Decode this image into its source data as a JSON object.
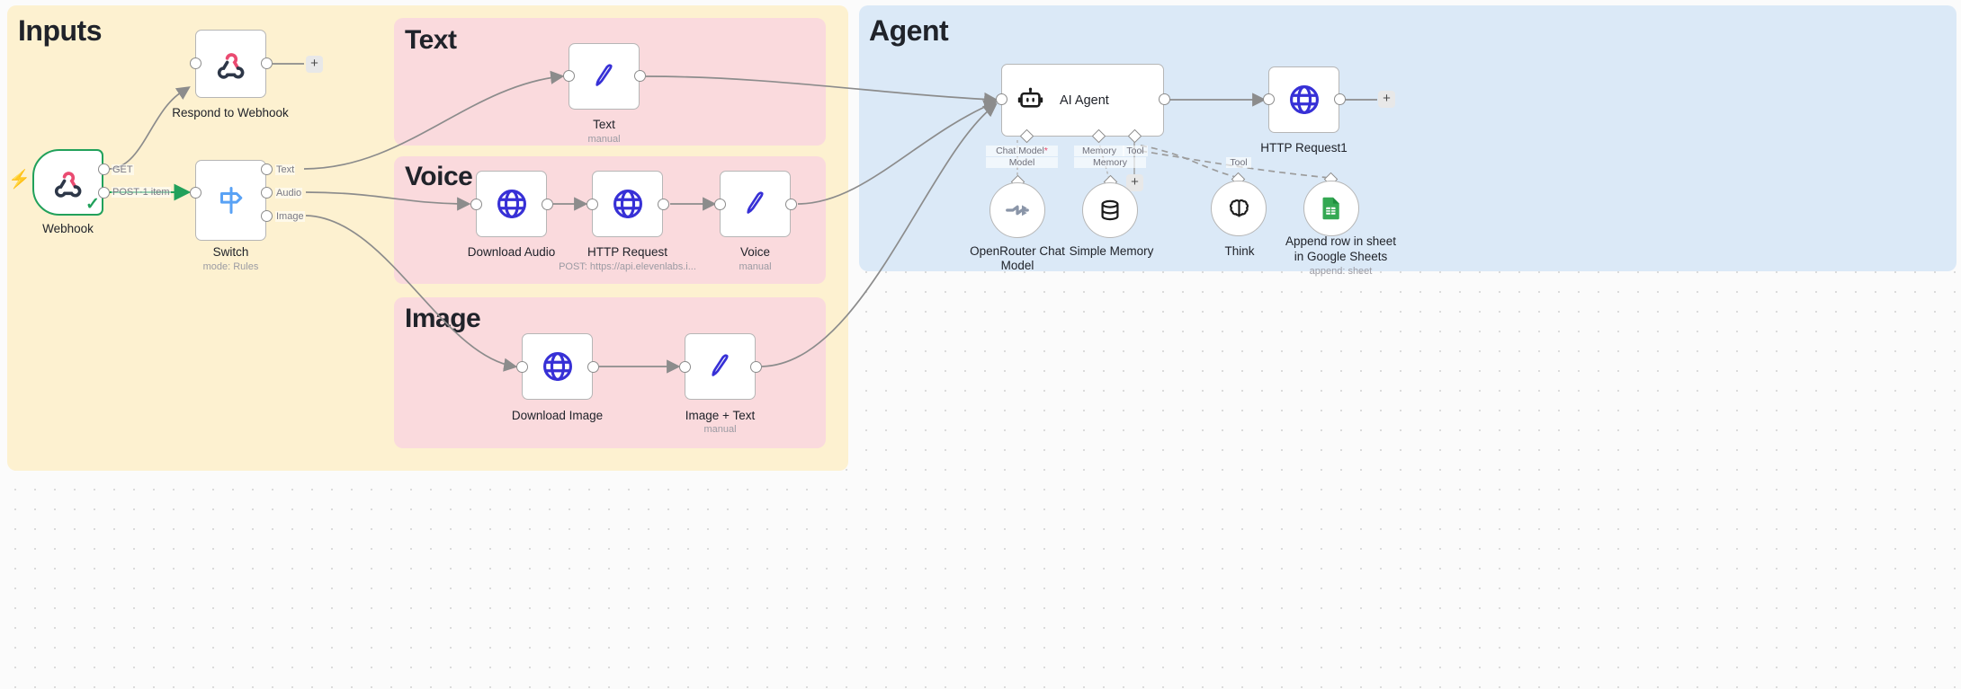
{
  "app": "n8n-workflow-canvas",
  "groups": [
    {
      "key": "inputs",
      "title": "Inputs",
      "color": "#fdf1d0"
    },
    {
      "key": "agent",
      "title": "Agent",
      "color": "#dbe9f7"
    },
    {
      "key": "text",
      "title": "Text",
      "color": "#fadadd"
    },
    {
      "key": "voice",
      "title": "Voice",
      "color": "#fadadd"
    },
    {
      "key": "image",
      "title": "Image",
      "color": "#fadadd"
    }
  ],
  "nodes": {
    "webhook": {
      "label": "Webhook",
      "subtitle": "",
      "icon": "n8n-webhook-icon",
      "status": "executed-ok"
    },
    "respond": {
      "label": "Respond to Webhook",
      "subtitle": "",
      "icon": "n8n-webhook-icon"
    },
    "switch": {
      "label": "Switch",
      "subtitle": "mode: Rules",
      "icon": "signpost-icon"
    },
    "text_node": {
      "label": "Text",
      "subtitle": "manual",
      "icon": "edit-pen-icon"
    },
    "download_audio": {
      "label": "Download Audio",
      "subtitle": "",
      "icon": "globe-icon"
    },
    "http_request": {
      "label": "HTTP Request",
      "subtitle": "POST: https://api.elevenlabs.i...",
      "icon": "globe-icon"
    },
    "voice_node": {
      "label": "Voice",
      "subtitle": "manual",
      "icon": "edit-pen-icon"
    },
    "download_image": {
      "label": "Download Image",
      "subtitle": "",
      "icon": "globe-icon"
    },
    "image_text": {
      "label": "Image + Text",
      "subtitle": "manual",
      "icon": "edit-pen-icon"
    },
    "ai_agent": {
      "label": "AI Agent",
      "subtitle": "",
      "icon": "robot-icon"
    },
    "http_request1": {
      "label": "HTTP Request1",
      "subtitle": "",
      "icon": "globe-icon"
    },
    "openrouter": {
      "label": "OpenRouter Chat Model",
      "subtitle": "",
      "icon": "openrouter-icon"
    },
    "simple_memory": {
      "label": "Simple Memory",
      "subtitle": "",
      "icon": "database-icon"
    },
    "think": {
      "label": "Think",
      "subtitle": "",
      "icon": "brain-icon"
    },
    "google_sheets": {
      "label": "Append row in sheet in Google Sheets",
      "line1": "Append row in sheet",
      "line2": "in Google Sheets",
      "subtitle": "append: sheet",
      "icon": "google-sheets-icon"
    }
  },
  "ports": {
    "webhook_get": "GET",
    "webhook_post": "POST·1 item",
    "switch_text": "Text",
    "switch_audio": "Audio",
    "switch_image": "Image"
  },
  "agent_connections": [
    {
      "name": "chat-model",
      "line1": "Chat Model",
      "required": "*",
      "line2": "Model"
    },
    {
      "name": "memory",
      "line1": "Memory",
      "required": "",
      "line2": "Memory"
    },
    {
      "name": "tool",
      "line1": "Tool",
      "required": "",
      "line2": ""
    },
    {
      "name": "tool-2",
      "line1": "Tool",
      "required": "",
      "line2": ""
    }
  ],
  "buttons": {
    "add_plus": "+"
  },
  "colors": {
    "inputs_group": "#fdf1d0",
    "agent_group": "#dbe9f7",
    "media_group": "#fadadd",
    "trigger_border": "#21a15b",
    "success_green": "#21a15b",
    "n8n_pink": "#ea4b71",
    "node_blue": "#3730d6",
    "sheets_green": "#34a853",
    "bolt_orange": "#ff6d5a"
  }
}
